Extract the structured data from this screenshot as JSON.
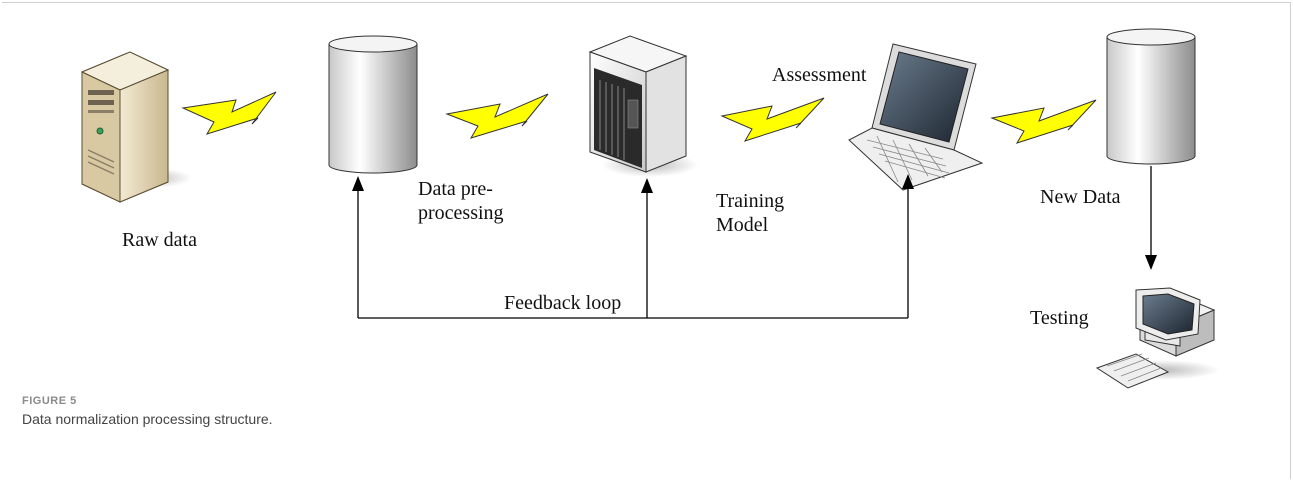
{
  "labels": {
    "raw_data": "Raw data",
    "preprocessing": "Data pre-\nprocessing",
    "training": "Training\nModel",
    "assessment": "Assessment",
    "new_data": "New Data",
    "feedback": "Feedback loop",
    "testing": "Testing"
  },
  "figure": {
    "number": "FIGURE 5",
    "caption": "Data normalization processing structure."
  },
  "colors": {
    "lightning": "#ffff00",
    "line": "#000000",
    "server_body": "#d8c9a3"
  }
}
